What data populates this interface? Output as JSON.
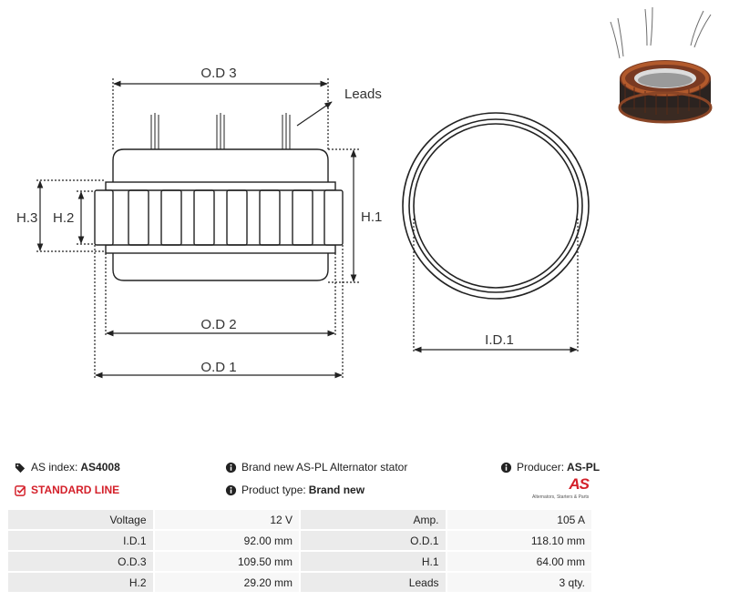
{
  "drawing": {
    "labels": {
      "od3": "O.D 3",
      "leads": "Leads",
      "h3": "H.3",
      "h2": "H.2",
      "h1": "H.1",
      "od2": "O.D 2",
      "od1": "O.D 1",
      "id1": "I.D.1"
    }
  },
  "info": {
    "index_label": "AS index:",
    "index_value": "AS4008",
    "line": "STANDARD LINE",
    "description": "Brand new AS-PL Alternator stator",
    "type_label": "Product type:",
    "type_value": "Brand new",
    "producer_label": "Producer:",
    "producer_value": "AS-PL"
  },
  "logo": {
    "mark": "AS",
    "tagline": "Alternators, Starters & Parts"
  },
  "specs": {
    "rows": [
      [
        "Voltage",
        "12 V",
        "Amp.",
        "105 A"
      ],
      [
        "I.D.1",
        "92.00 mm",
        "O.D.1",
        "118.10 mm"
      ],
      [
        "O.D.3",
        "109.50 mm",
        "H.1",
        "64.00 mm"
      ],
      [
        "H.2",
        "29.20 mm",
        "Leads",
        "3 qty."
      ]
    ]
  }
}
